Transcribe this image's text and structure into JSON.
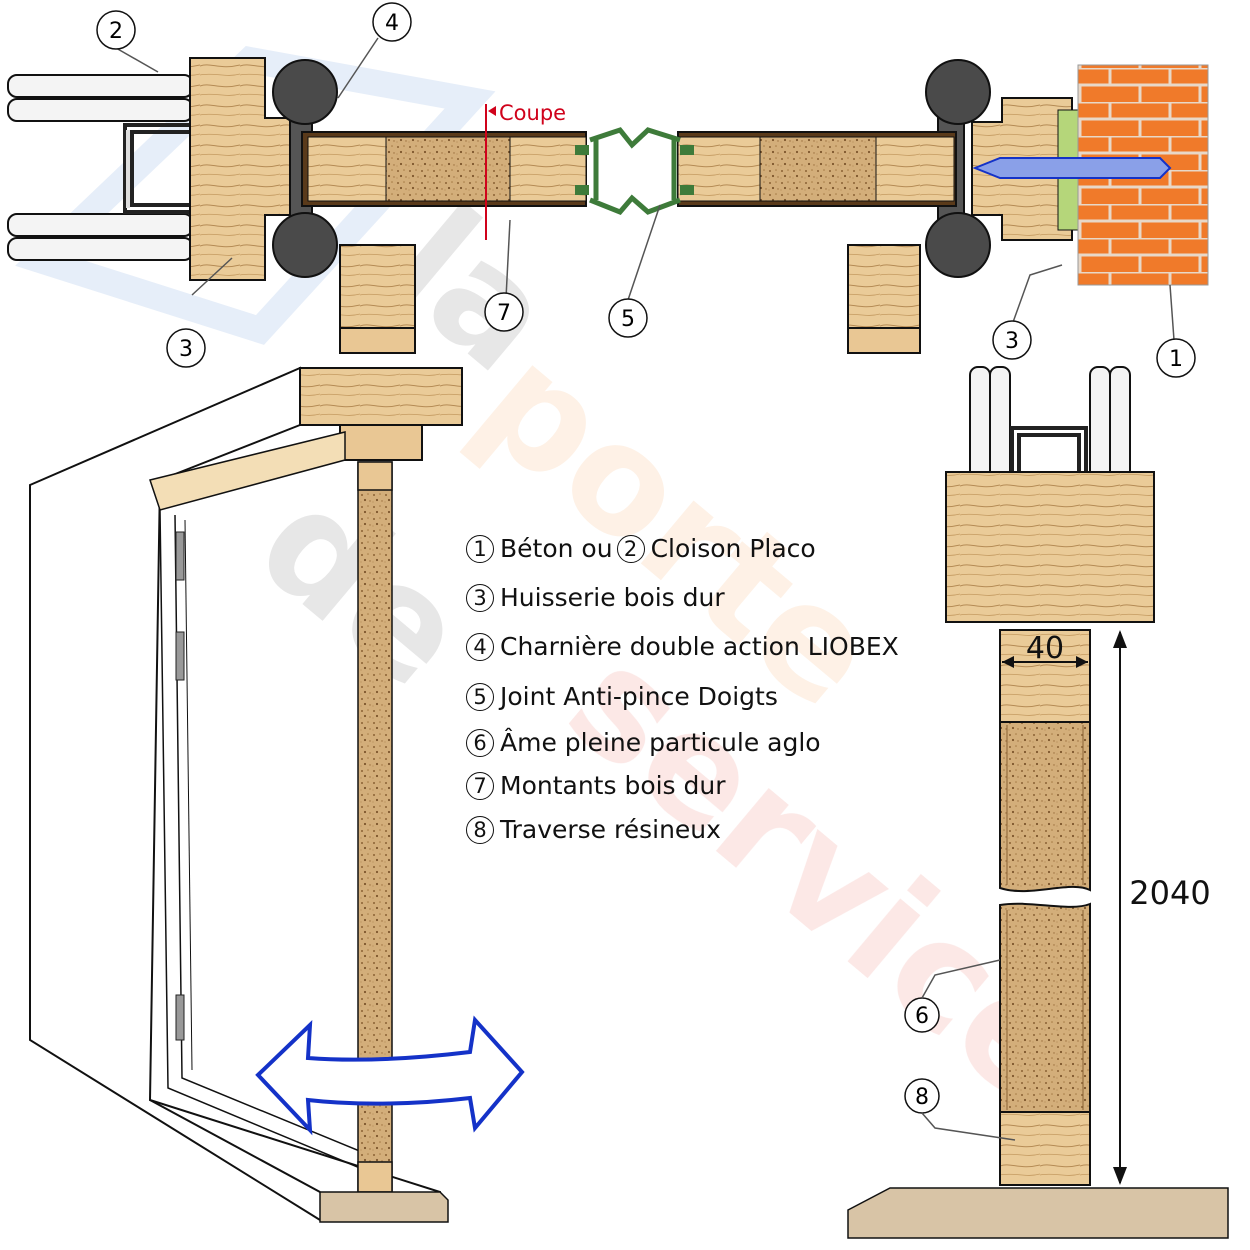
{
  "callouts": {
    "c1": "1",
    "c2": "2",
    "c3a": "3",
    "c3b": "3",
    "c4": "4",
    "c5": "5",
    "c6": "6",
    "c7": "7",
    "c8": "8"
  },
  "section_label": "Coupe",
  "dimensions": {
    "width": "40",
    "height": "2040"
  },
  "legend": [
    {
      "num": "1",
      "text": "Béton ou",
      "num2": "2",
      "text2": "Cloison Placo"
    },
    {
      "num": "3",
      "text": "Huisserie bois dur"
    },
    {
      "num": "4",
      "text": "Charnière double action LIOBEX"
    },
    {
      "num": "5",
      "text": "Joint Anti-pince Doigts"
    },
    {
      "num": "6",
      "text": "Âme pleine particule aglo"
    },
    {
      "num": "7",
      "text": "Montants bois dur"
    },
    {
      "num": "8",
      "text": "Traverse résineux"
    }
  ],
  "colors": {
    "wood": "#EACB98",
    "wood_grain": "#B58B55",
    "chipboard": "#C9A06A",
    "brick": "#F07A2A",
    "hinge": "#4A4A4A",
    "seal": "#3E7B3A",
    "arrow": "#1432C8",
    "section_line": "#D0021B"
  }
}
